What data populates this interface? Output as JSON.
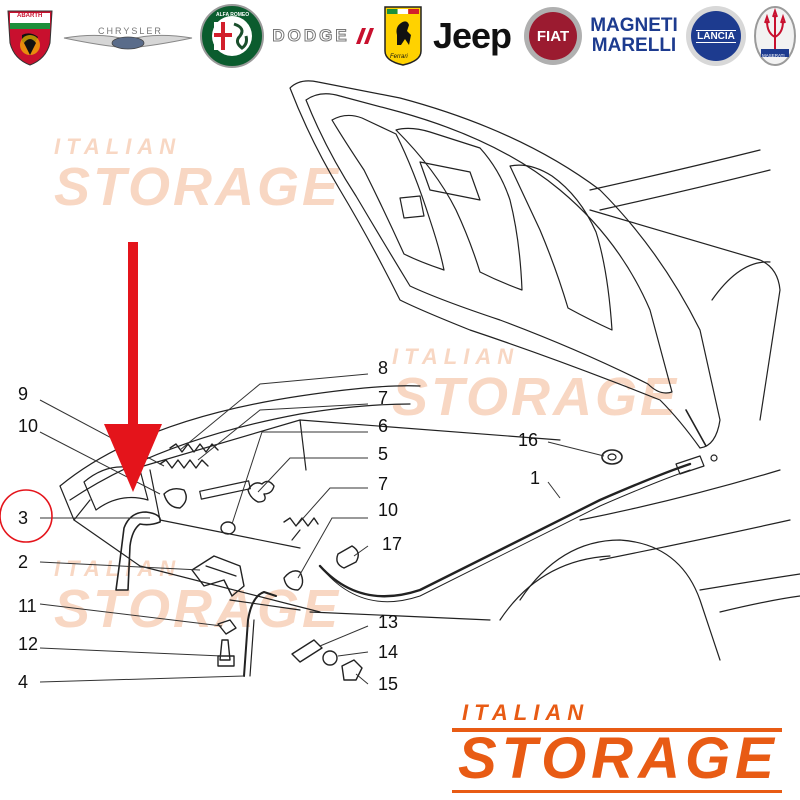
{
  "logos": {
    "abarth": {
      "text": "ABARTH",
      "color": "#c8102e"
    },
    "chrysler": {
      "text": "CHRYSLER",
      "color": "#7a7a7a"
    },
    "alfa_romeo": {
      "text": "ALFA ROMEO",
      "color": "#0b5c2e"
    },
    "dodge": {
      "text": "DODGE",
      "color": "#c8102e"
    },
    "ferrari": {
      "text": "Ferrari",
      "color": "#ffd200"
    },
    "jeep": {
      "text": "Jeep",
      "color": "#111111"
    },
    "fiat": {
      "text": "FIAT",
      "color": "#9b1b30"
    },
    "magneti_marelli": {
      "line1": "MAGNETI",
      "line2": "MARELLI",
      "color": "#1d3b8f"
    },
    "lancia": {
      "text": "LANCIA",
      "color": "#1d3b8f"
    },
    "maserati": {
      "text": "MASERATI",
      "color": "#1d3b8f"
    }
  },
  "watermark": {
    "line1": "ITALIAN",
    "line2": "STORAGE",
    "color": "#f1a77c"
  },
  "brand": {
    "line1": "ITALIAN",
    "line2": "STORAGE",
    "color": "#e85b14"
  },
  "callouts": {
    "c1": "1",
    "c2": "2",
    "c3": "3",
    "c4": "4",
    "c5": "5",
    "c6": "6",
    "c7a": "7",
    "c7b": "7",
    "c8": "8",
    "c9": "9",
    "c10a": "10",
    "c10b": "10",
    "c11": "11",
    "c12": "12",
    "c13": "13",
    "c14": "14",
    "c15": "15",
    "c16": "16",
    "c17": "17"
  },
  "highlight": {
    "part": "3",
    "arrow_color": "#e4141b",
    "circle_color": "#e4141b"
  }
}
